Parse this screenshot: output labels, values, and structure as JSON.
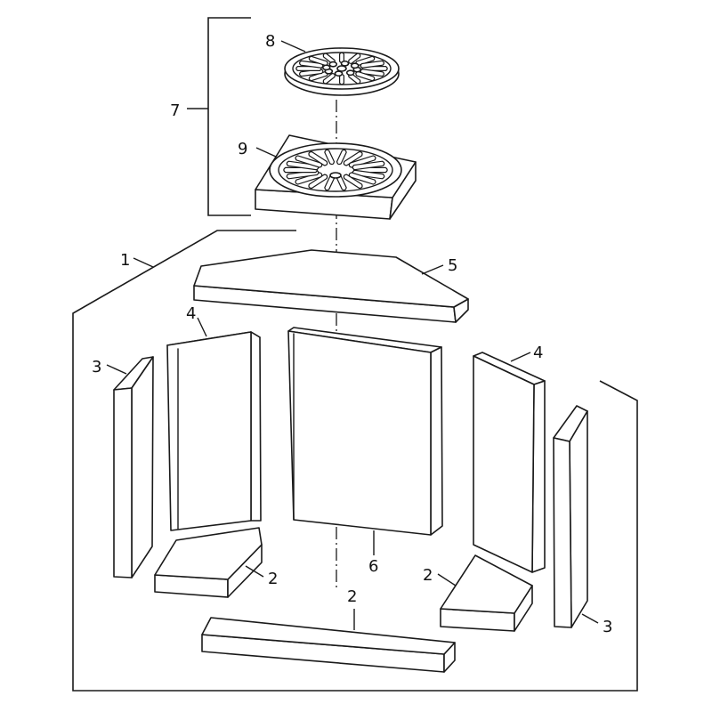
{
  "diagram": {
    "callouts": {
      "c1": "1",
      "c2_left": "2",
      "c2_center": "2",
      "c2_right": "2",
      "c3_left": "3",
      "c3_right": "3",
      "c4_left": "4",
      "c4_right": "4",
      "c5": "5",
      "c6": "6",
      "c7": "7",
      "c8": "8",
      "c9": "9"
    },
    "colors": {
      "line": "#1a1a1a",
      "background": "#ffffff"
    }
  }
}
